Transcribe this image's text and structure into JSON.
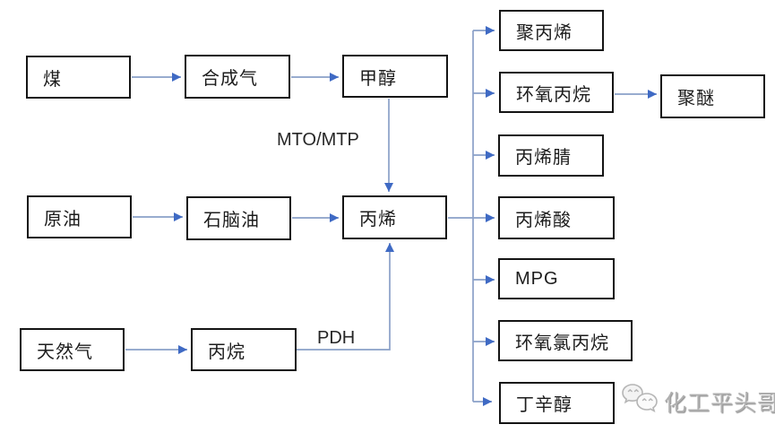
{
  "diagram": {
    "nodes": {
      "coal": {
        "label": "煤"
      },
      "syngas": {
        "label": "合成气"
      },
      "methanol": {
        "label": "甲醇"
      },
      "crude_oil": {
        "label": "原油"
      },
      "naphtha": {
        "label": "石脑油"
      },
      "propylene": {
        "label": "丙烯"
      },
      "natural_gas": {
        "label": "天然气"
      },
      "propane": {
        "label": "丙烷"
      },
      "polypropylene": {
        "label": "聚丙烯"
      },
      "propylene_oxide": {
        "label": "环氧丙烷"
      },
      "polyether": {
        "label": "聚醚"
      },
      "acrylonitrile": {
        "label": "丙烯腈"
      },
      "acrylic_acid": {
        "label": "丙烯酸"
      },
      "mpg": {
        "label": "MPG"
      },
      "epichlorohydrin": {
        "label": "环氧氯丙烷"
      },
      "butanol_octanol": {
        "label": "丁辛醇"
      }
    },
    "edge_labels": {
      "mto_mtp": "MTO/MTP",
      "pdh": "PDH"
    },
    "edges": [
      {
        "from": "coal",
        "to": "syngas"
      },
      {
        "from": "syngas",
        "to": "methanol"
      },
      {
        "from": "methanol",
        "to": "propylene",
        "label": "MTO/MTP"
      },
      {
        "from": "crude_oil",
        "to": "naphtha"
      },
      {
        "from": "naphtha",
        "to": "propylene"
      },
      {
        "from": "natural_gas",
        "to": "propane"
      },
      {
        "from": "propane",
        "to": "propylene",
        "label": "PDH"
      },
      {
        "from": "propylene",
        "to": "polypropylene"
      },
      {
        "from": "propylene",
        "to": "propylene_oxide"
      },
      {
        "from": "propylene",
        "to": "acrylonitrile"
      },
      {
        "from": "propylene",
        "to": "acrylic_acid"
      },
      {
        "from": "propylene",
        "to": "mpg"
      },
      {
        "from": "propylene",
        "to": "epichlorohydrin"
      },
      {
        "from": "propylene",
        "to": "butanol_octanol"
      },
      {
        "from": "propylene_oxide",
        "to": "polyether"
      }
    ]
  },
  "watermark": {
    "text": "化工平头哥",
    "icon": "wechat-icon"
  },
  "colors": {
    "line": "#8aa0c8",
    "arrowhead": "#3f6ac4",
    "box-border": "#141414",
    "background": "#ffffff",
    "watermark": "#b0b0b0"
  }
}
